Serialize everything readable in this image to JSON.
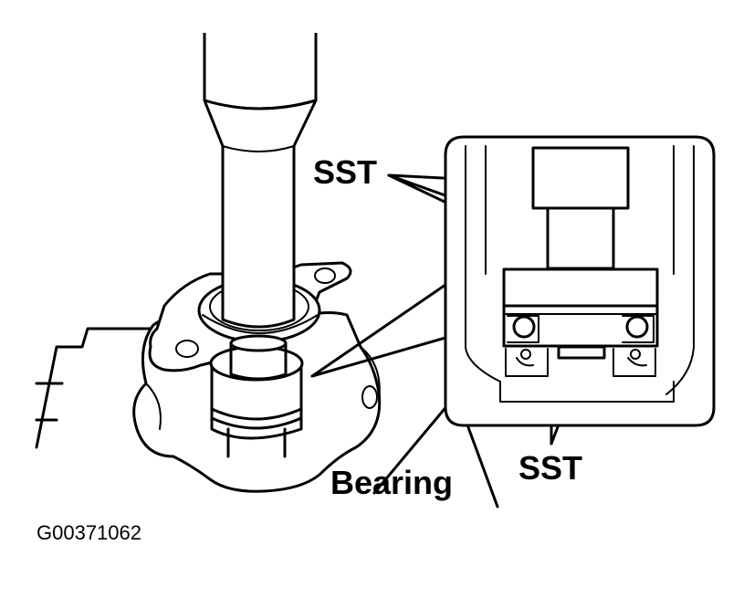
{
  "labels": {
    "sst_top": "SST",
    "sst_bottom": "SST",
    "bearing": "Bearing",
    "figure_code": "G00371062"
  }
}
